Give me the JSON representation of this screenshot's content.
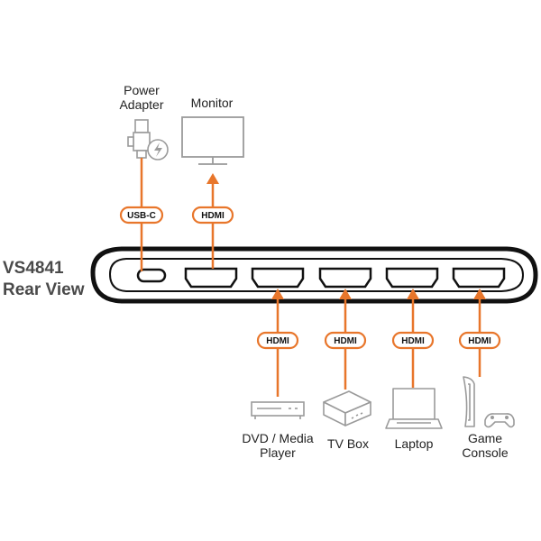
{
  "title": {
    "line1": "VS4841",
    "line2": "Rear View"
  },
  "colors": {
    "cable": "#e8762b",
    "device": "#9a9a9a",
    "outline": "#222222",
    "title": "#4a4a4a"
  },
  "top_connections": [
    {
      "id": "power",
      "label_lines": [
        "Power",
        "Adapter"
      ],
      "cable_label": "USB-C",
      "icon": "usb-c-power-adapter-icon",
      "arrow": "none"
    },
    {
      "id": "monitor",
      "label_lines": [
        "Monitor"
      ],
      "cable_label": "HDMI",
      "icon": "monitor-icon",
      "arrow": "up"
    }
  ],
  "ports": [
    {
      "name": "usb-c-port"
    },
    {
      "name": "hdmi-out-port"
    },
    {
      "name": "hdmi-in-port-1"
    },
    {
      "name": "hdmi-in-port-2"
    },
    {
      "name": "hdmi-in-port-3"
    },
    {
      "name": "hdmi-in-port-4"
    }
  ],
  "bottom_connections": [
    {
      "id": "dvd",
      "label_lines": [
        "DVD / Media",
        "Player"
      ],
      "cable_label": "HDMI",
      "icon": "dvd-player-icon",
      "arrow": "up"
    },
    {
      "id": "tvbox",
      "label_lines": [
        "TV Box"
      ],
      "cable_label": "HDMI",
      "icon": "tv-box-icon",
      "arrow": "up"
    },
    {
      "id": "laptop",
      "label_lines": [
        "Laptop"
      ],
      "cable_label": "HDMI",
      "icon": "laptop-icon",
      "arrow": "up"
    },
    {
      "id": "console",
      "label_lines": [
        "Game",
        "Console"
      ],
      "cable_label": "HDMI",
      "icon": "game-console-icon",
      "arrow": "up"
    }
  ]
}
